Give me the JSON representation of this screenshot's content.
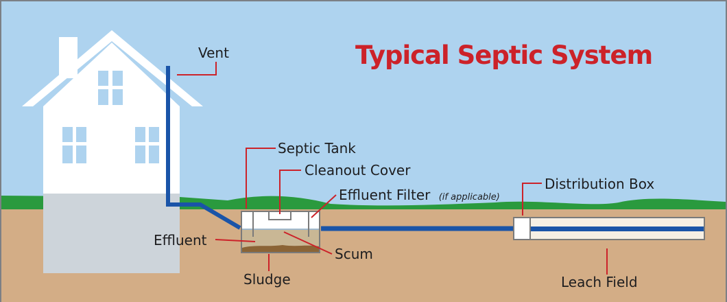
{
  "title": "Typical Septic System",
  "labels": {
    "vent": "Vent",
    "septic_tank": "Septic Tank",
    "cleanout_cover": "Cleanout Cover",
    "effluent_filter": "Effluent Filter",
    "effluent_filter_note": "(if applicable)",
    "distribution_box": "Distribution Box",
    "effluent": "Effluent",
    "scum": "Scum",
    "sludge": "Sludge",
    "leach_field": "Leach Field"
  },
  "colors": {
    "sky": "#aed3ef",
    "grass": "#2a9a3e",
    "soil": "#d3ad86",
    "pipe": "#1a54a8",
    "leader": "#cc2229",
    "title": "#cc2229",
    "house": "#ffffff",
    "basement": "#cdd4da",
    "effluent": "#c9b795",
    "sludge": "#8b6436"
  }
}
